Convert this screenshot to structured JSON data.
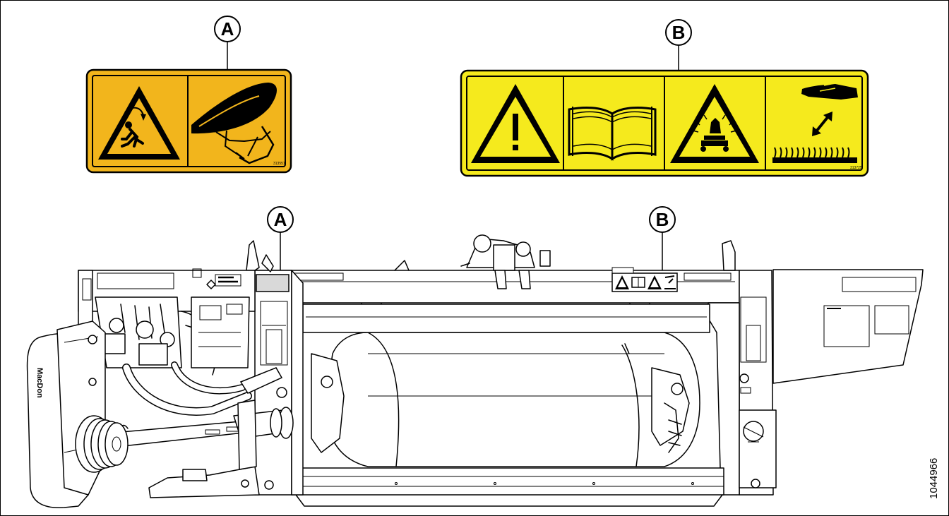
{
  "callouts": {
    "top_a": "A",
    "top_b": "B",
    "machine_a": "A",
    "machine_b": "B"
  },
  "decals": {
    "a": {
      "part_number": "313551",
      "background_color": "#f2b51c",
      "icons": [
        "fall-hazard-warning-icon",
        "reel-fall-icon"
      ]
    },
    "b": {
      "part_number": "313725",
      "background_color": "#f5ea1d",
      "icons": [
        "general-warning-icon",
        "read-manual-icon",
        "hot-surface-warning-icon",
        "keep-hand-away-icon"
      ]
    }
  },
  "figure_id": "1044966",
  "machine": {
    "brand_mark": "MacDon"
  }
}
